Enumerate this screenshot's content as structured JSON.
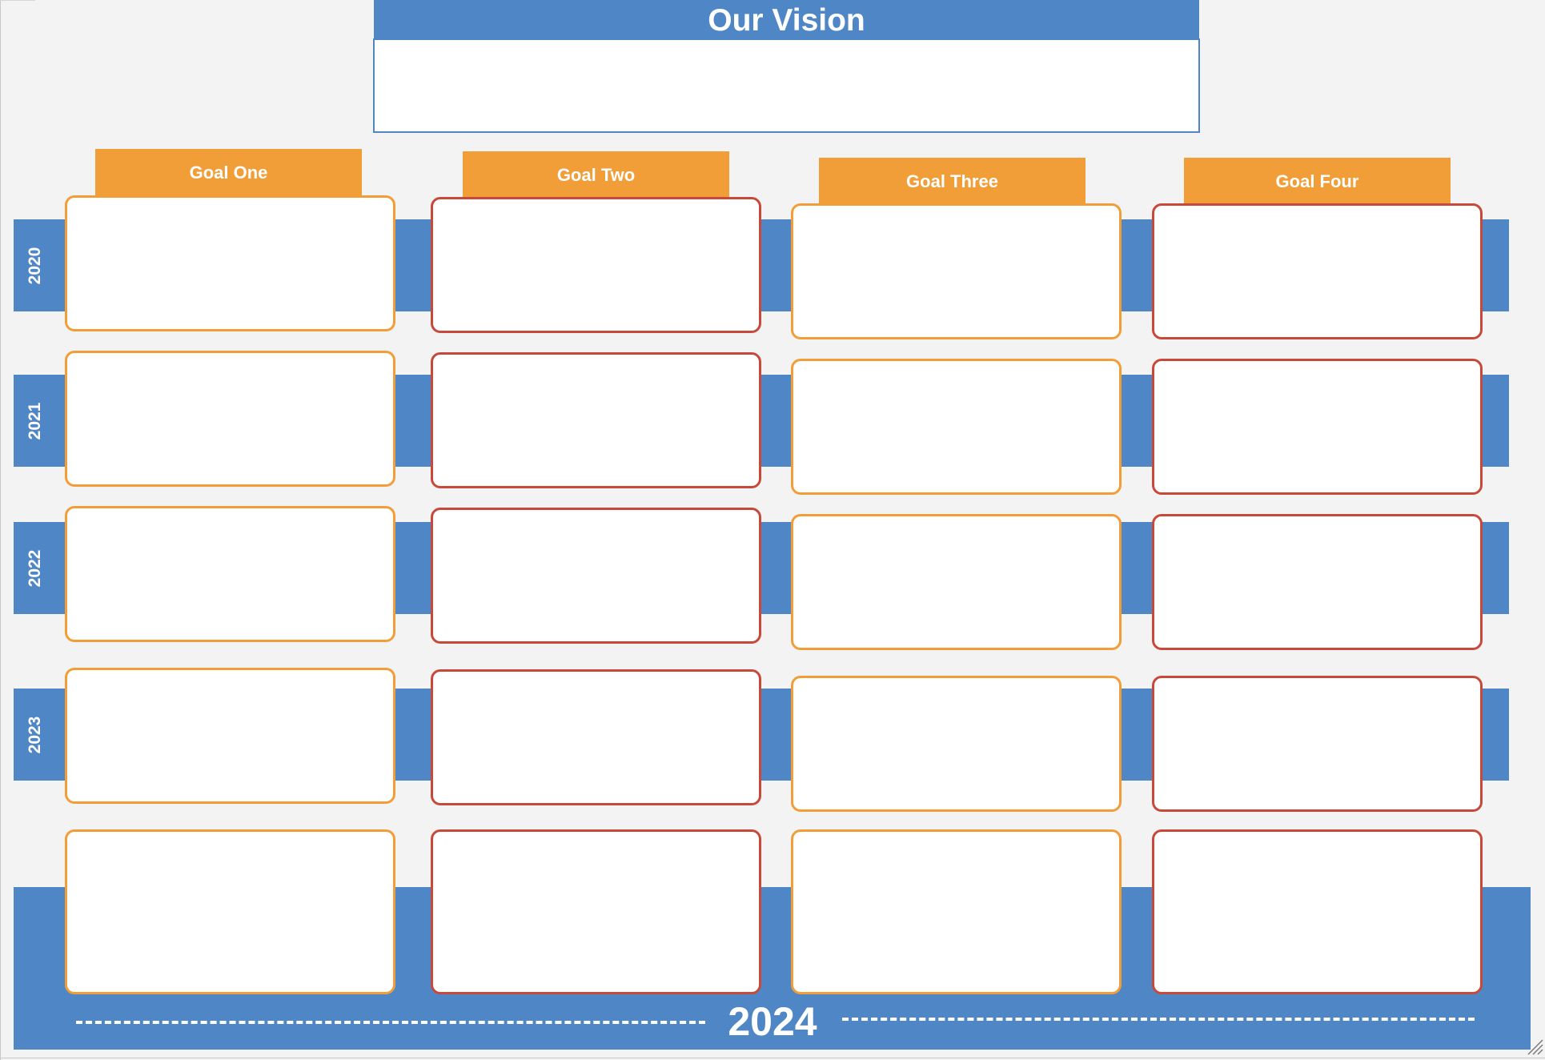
{
  "vision": {
    "title": "Our Vision",
    "text": ""
  },
  "goals": [
    {
      "label": "Goal One"
    },
    {
      "label": "Goal Two"
    },
    {
      "label": "Goal Three"
    },
    {
      "label": "Goal Four"
    }
  ],
  "years": [
    {
      "label": "2020"
    },
    {
      "label": "2021"
    },
    {
      "label": "2022"
    },
    {
      "label": "2023"
    }
  ],
  "final_year": "2024",
  "colors": {
    "blue": "#4f86c6",
    "orange": "#f29e38",
    "red": "#c8493a",
    "background": "#f3f3f3"
  }
}
